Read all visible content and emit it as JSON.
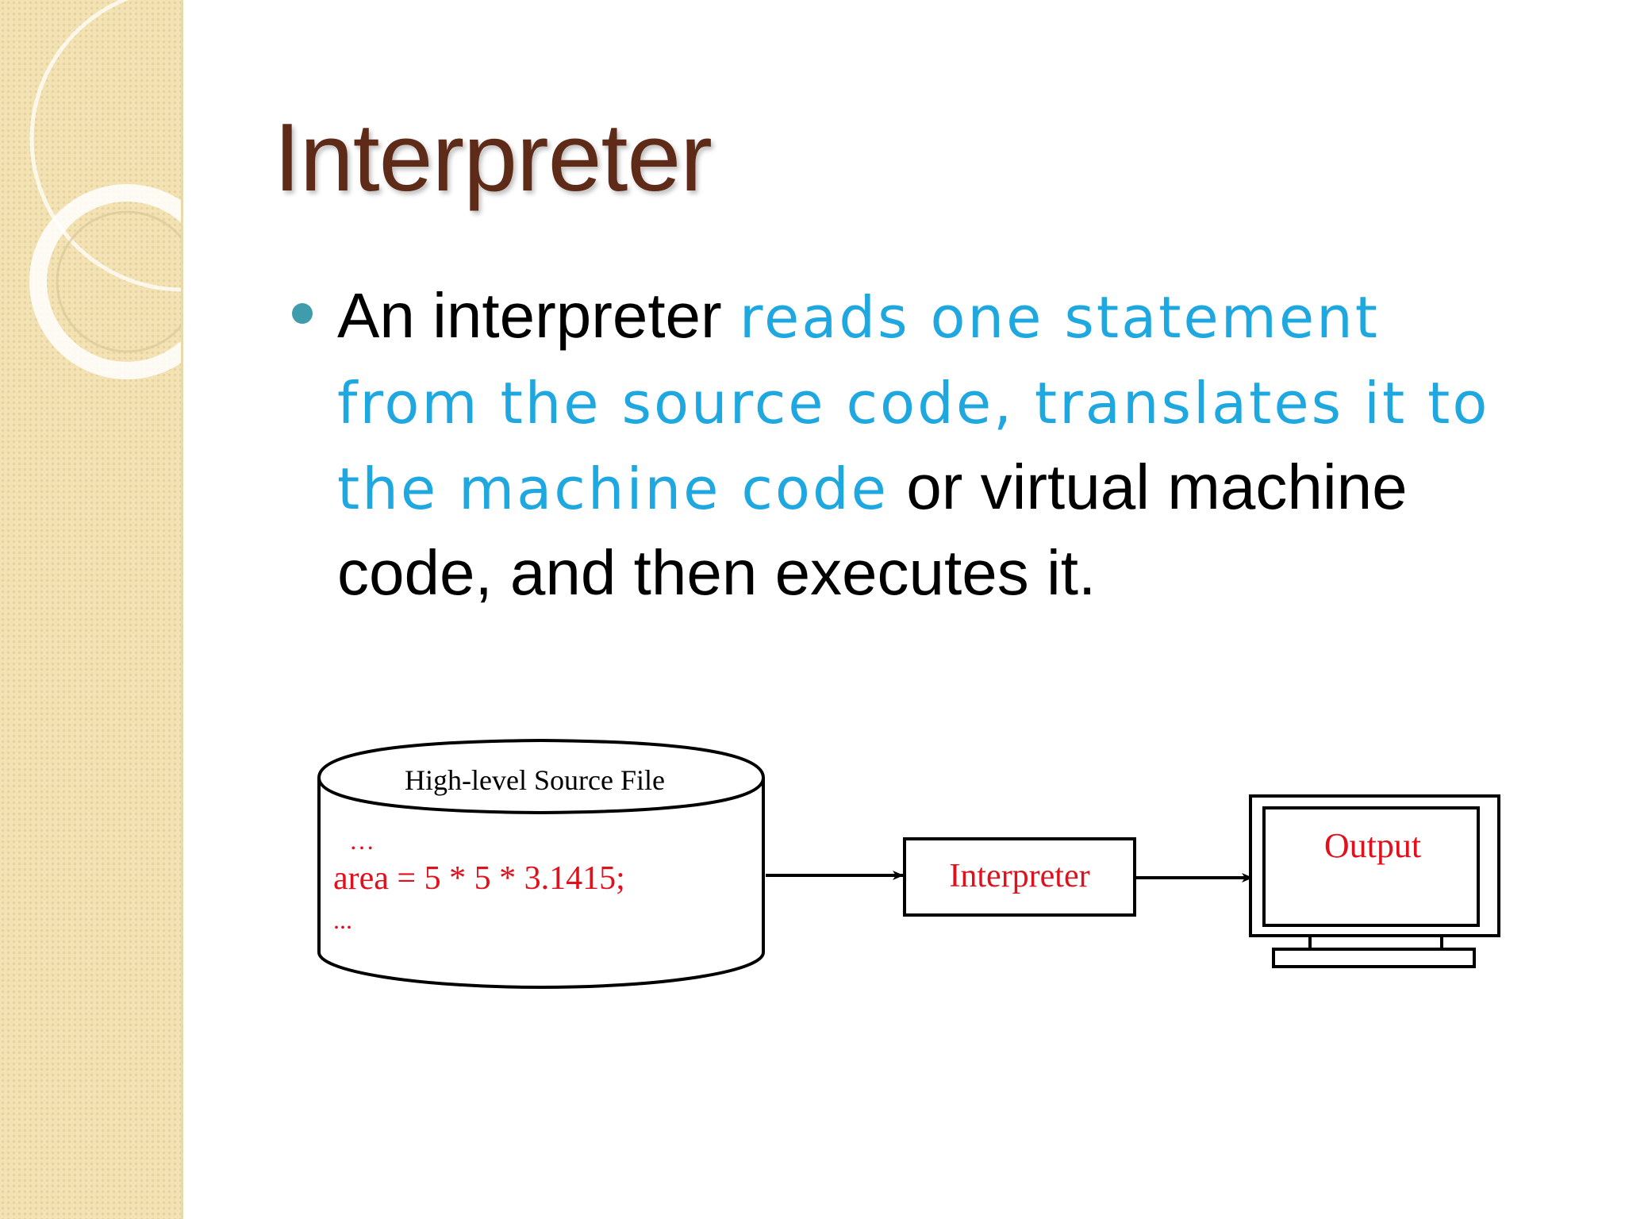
{
  "slide": {
    "title": "Interpreter",
    "bullet": {
      "part1": "An interpreter ",
      "highlight": "reads one statement from the source code, translates it to the machine code",
      "part2": " or virtual machine code, and then executes it."
    }
  },
  "diagram": {
    "source_file_label": "High-level Source File",
    "code_ellipsis_top": "…",
    "code_line": "area = 5 * 5 * 3.1415;",
    "code_ellipsis_bottom": "...",
    "interpreter_label": "Interpreter",
    "output_label": "Output"
  },
  "colors": {
    "title": "#5e2b18",
    "highlight": "#1fa8e0",
    "diagram_red": "#e0101c",
    "bullet": "#3f9cad",
    "sidebar": "#f3e3b4"
  }
}
